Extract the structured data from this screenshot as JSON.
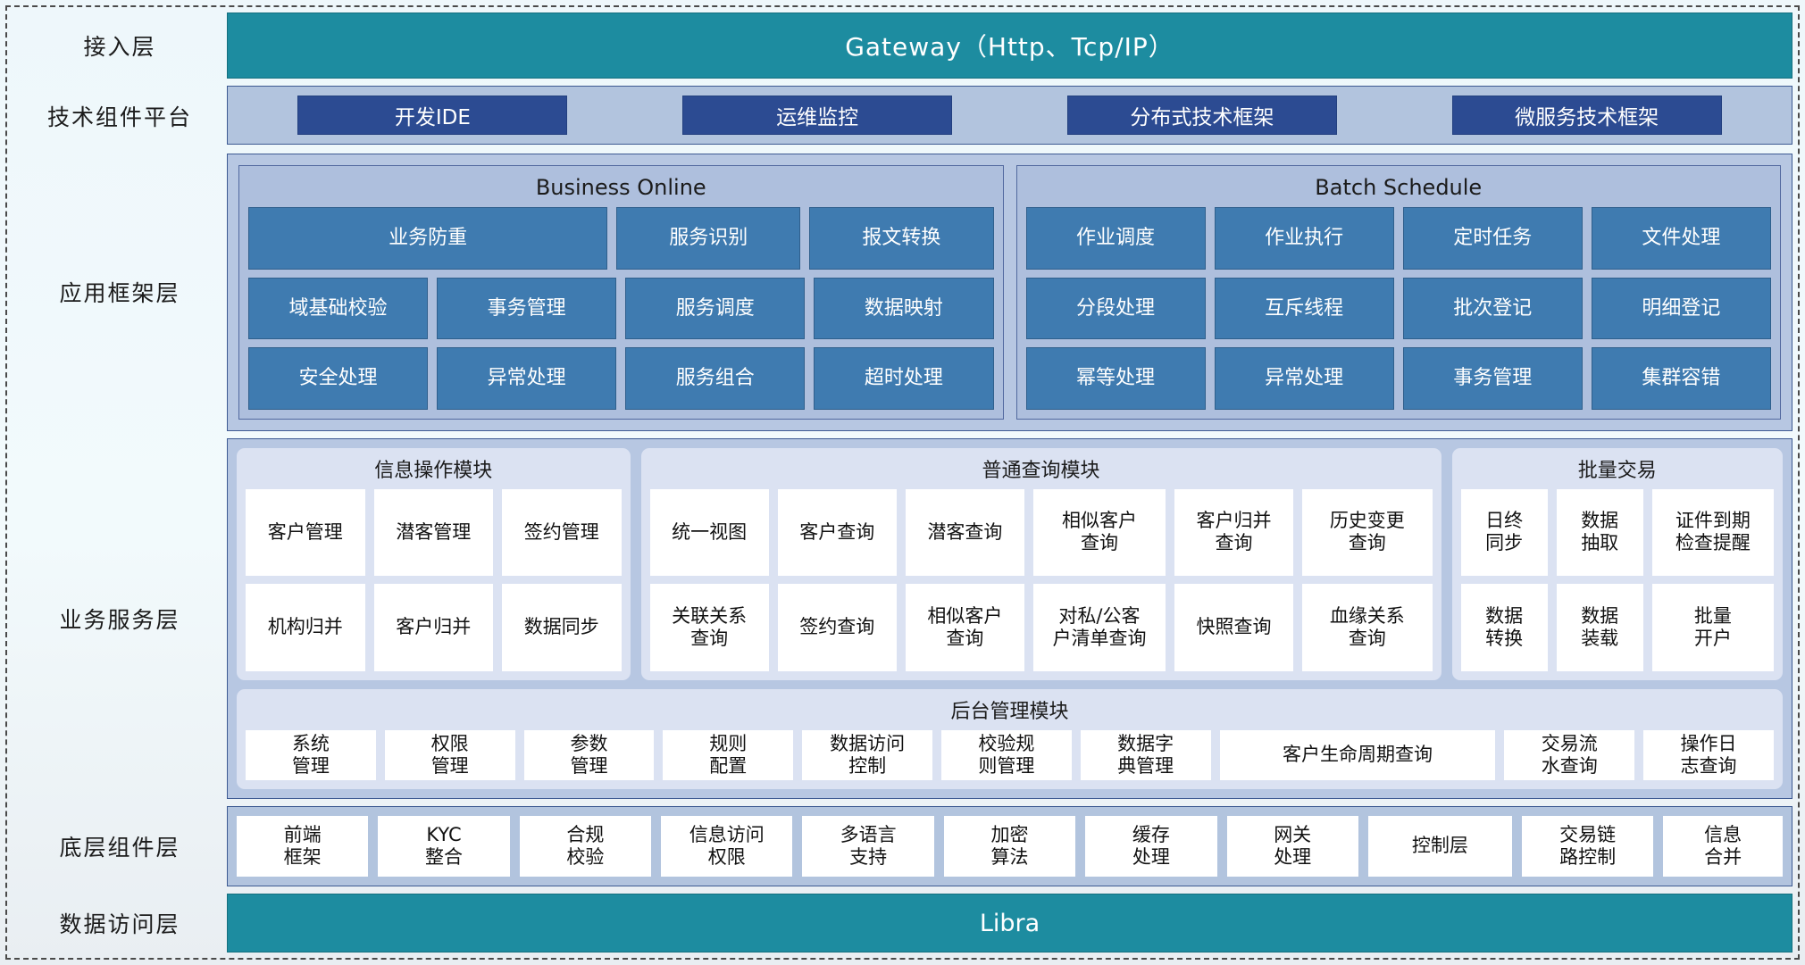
{
  "layers": [
    {
      "label": "接入层"
    },
    {
      "label": "技术组件平台"
    },
    {
      "label": "应用框架层"
    },
    {
      "label": "业务服务层"
    },
    {
      "label": "底层组件层"
    },
    {
      "label": "数据访问层"
    }
  ],
  "gateway": {
    "title": "Gateway（Http、Tcp/IP）"
  },
  "tech_platform": {
    "items": [
      "开发IDE",
      "运维监控",
      "分布式技术框架",
      "微服务技术框架"
    ]
  },
  "app_framework": {
    "panels": [
      {
        "title": "Business Online",
        "rows": [
          [
            {
              "label": "业务防重",
              "span": 2
            },
            {
              "label": "服务识别",
              "span": 1
            },
            {
              "label": "报文转换",
              "span": 1
            }
          ],
          [
            {
              "label": "域基础校验",
              "span": 1
            },
            {
              "label": "事务管理",
              "span": 1
            },
            {
              "label": "服务调度",
              "span": 1
            },
            {
              "label": "数据映射",
              "span": 1
            }
          ],
          [
            {
              "label": "安全处理",
              "span": 1
            },
            {
              "label": "异常处理",
              "span": 1
            },
            {
              "label": "服务组合",
              "span": 1
            },
            {
              "label": "超时处理",
              "span": 1
            }
          ]
        ]
      },
      {
        "title": "Batch Schedule",
        "rows": [
          [
            {
              "label": "作业调度",
              "span": 1
            },
            {
              "label": "作业执行",
              "span": 1
            },
            {
              "label": "定时任务",
              "span": 1
            },
            {
              "label": "文件处理",
              "span": 1
            }
          ],
          [
            {
              "label": "分段处理",
              "span": 1
            },
            {
              "label": "互斥线程",
              "span": 1
            },
            {
              "label": "批次登记",
              "span": 1
            },
            {
              "label": "明细登记",
              "span": 1
            }
          ],
          [
            {
              "label": "幂等处理",
              "span": 1
            },
            {
              "label": "异常处理",
              "span": 1
            },
            {
              "label": "事务管理",
              "span": 1
            },
            {
              "label": "集群容错",
              "span": 1
            }
          ]
        ]
      }
    ]
  },
  "business_service": {
    "modules": [
      {
        "title": "信息操作模块",
        "flex": 24,
        "rows": [
          [
            {
              "label": "客户管理"
            },
            {
              "label": "潜客管理"
            },
            {
              "label": "签约管理"
            }
          ],
          [
            {
              "label": "机构归并"
            },
            {
              "label": "客户归并"
            },
            {
              "label": "数据同步"
            }
          ]
        ]
      },
      {
        "title": "普通查询模块",
        "flex": 50,
        "rows": [
          [
            {
              "label": "统一视图"
            },
            {
              "label": "客户查询"
            },
            {
              "label": "潜客查询"
            },
            {
              "label": "相似客户\n查询"
            },
            {
              "label": "客户归并\n查询"
            },
            {
              "label": "历史变更\n查询"
            }
          ],
          [
            {
              "label": "关联关系\n查询"
            },
            {
              "label": "签约查询"
            },
            {
              "label": "相似客户\n查询"
            },
            {
              "label": "对私/公客\n户清单查询"
            },
            {
              "label": "快照查询"
            },
            {
              "label": "血缘关系\n查询"
            }
          ]
        ]
      },
      {
        "title": "批量交易",
        "flex": 20,
        "rows": [
          [
            {
              "label": "日终\n同步"
            },
            {
              "label": "数据\n抽取"
            },
            {
              "label": "证件到期\n检查提醒"
            }
          ],
          [
            {
              "label": "数据\n转换"
            },
            {
              "label": "数据\n装载"
            },
            {
              "label": "批量\n开户"
            }
          ]
        ]
      }
    ],
    "admin_module": {
      "title": "后台管理模块",
      "items": [
        {
          "label": "系统\n管理",
          "flex": 10
        },
        {
          "label": "权限\n管理",
          "flex": 10
        },
        {
          "label": "参数\n管理",
          "flex": 10
        },
        {
          "label": "规则\n配置",
          "flex": 10
        },
        {
          "label": "数据访问\n控制",
          "flex": 10
        },
        {
          "label": "校验规\n则管理",
          "flex": 10
        },
        {
          "label": "数据字\n典管理",
          "flex": 10
        },
        {
          "label": "客户生命周期查询",
          "flex": 22
        },
        {
          "label": "交易流\n水查询",
          "flex": 10
        },
        {
          "label": "操作日\n志查询",
          "flex": 10
        }
      ]
    }
  },
  "bottom_components": {
    "items": [
      {
        "label": "前端\n框架",
        "flex": 10
      },
      {
        "label": "KYC\n整合",
        "flex": 10
      },
      {
        "label": "合规\n校验",
        "flex": 10
      },
      {
        "label": "信息访问\n权限",
        "flex": 10
      },
      {
        "label": "多语言\n支持",
        "flex": 10
      },
      {
        "label": "加密\n算法",
        "flex": 10
      },
      {
        "label": "缓存\n处理",
        "flex": 10
      },
      {
        "label": "网关\n处理",
        "flex": 10
      },
      {
        "label": "控制层",
        "flex": 11
      },
      {
        "label": "交易链\n路控制",
        "flex": 10
      },
      {
        "label": "信息\n合并",
        "flex": 9
      }
    ]
  },
  "data_access": {
    "title": "Libra"
  },
  "colors": {
    "teal": "#1d8ca0",
    "dark_blue_chip": "#2c4b92",
    "blue_cell": "#3f7bb0",
    "panel_bg": "#aebfdd",
    "layer_bg": "#b7c7e2",
    "module_bg": "#dbe2f2",
    "white_cell": "#ffffff"
  }
}
